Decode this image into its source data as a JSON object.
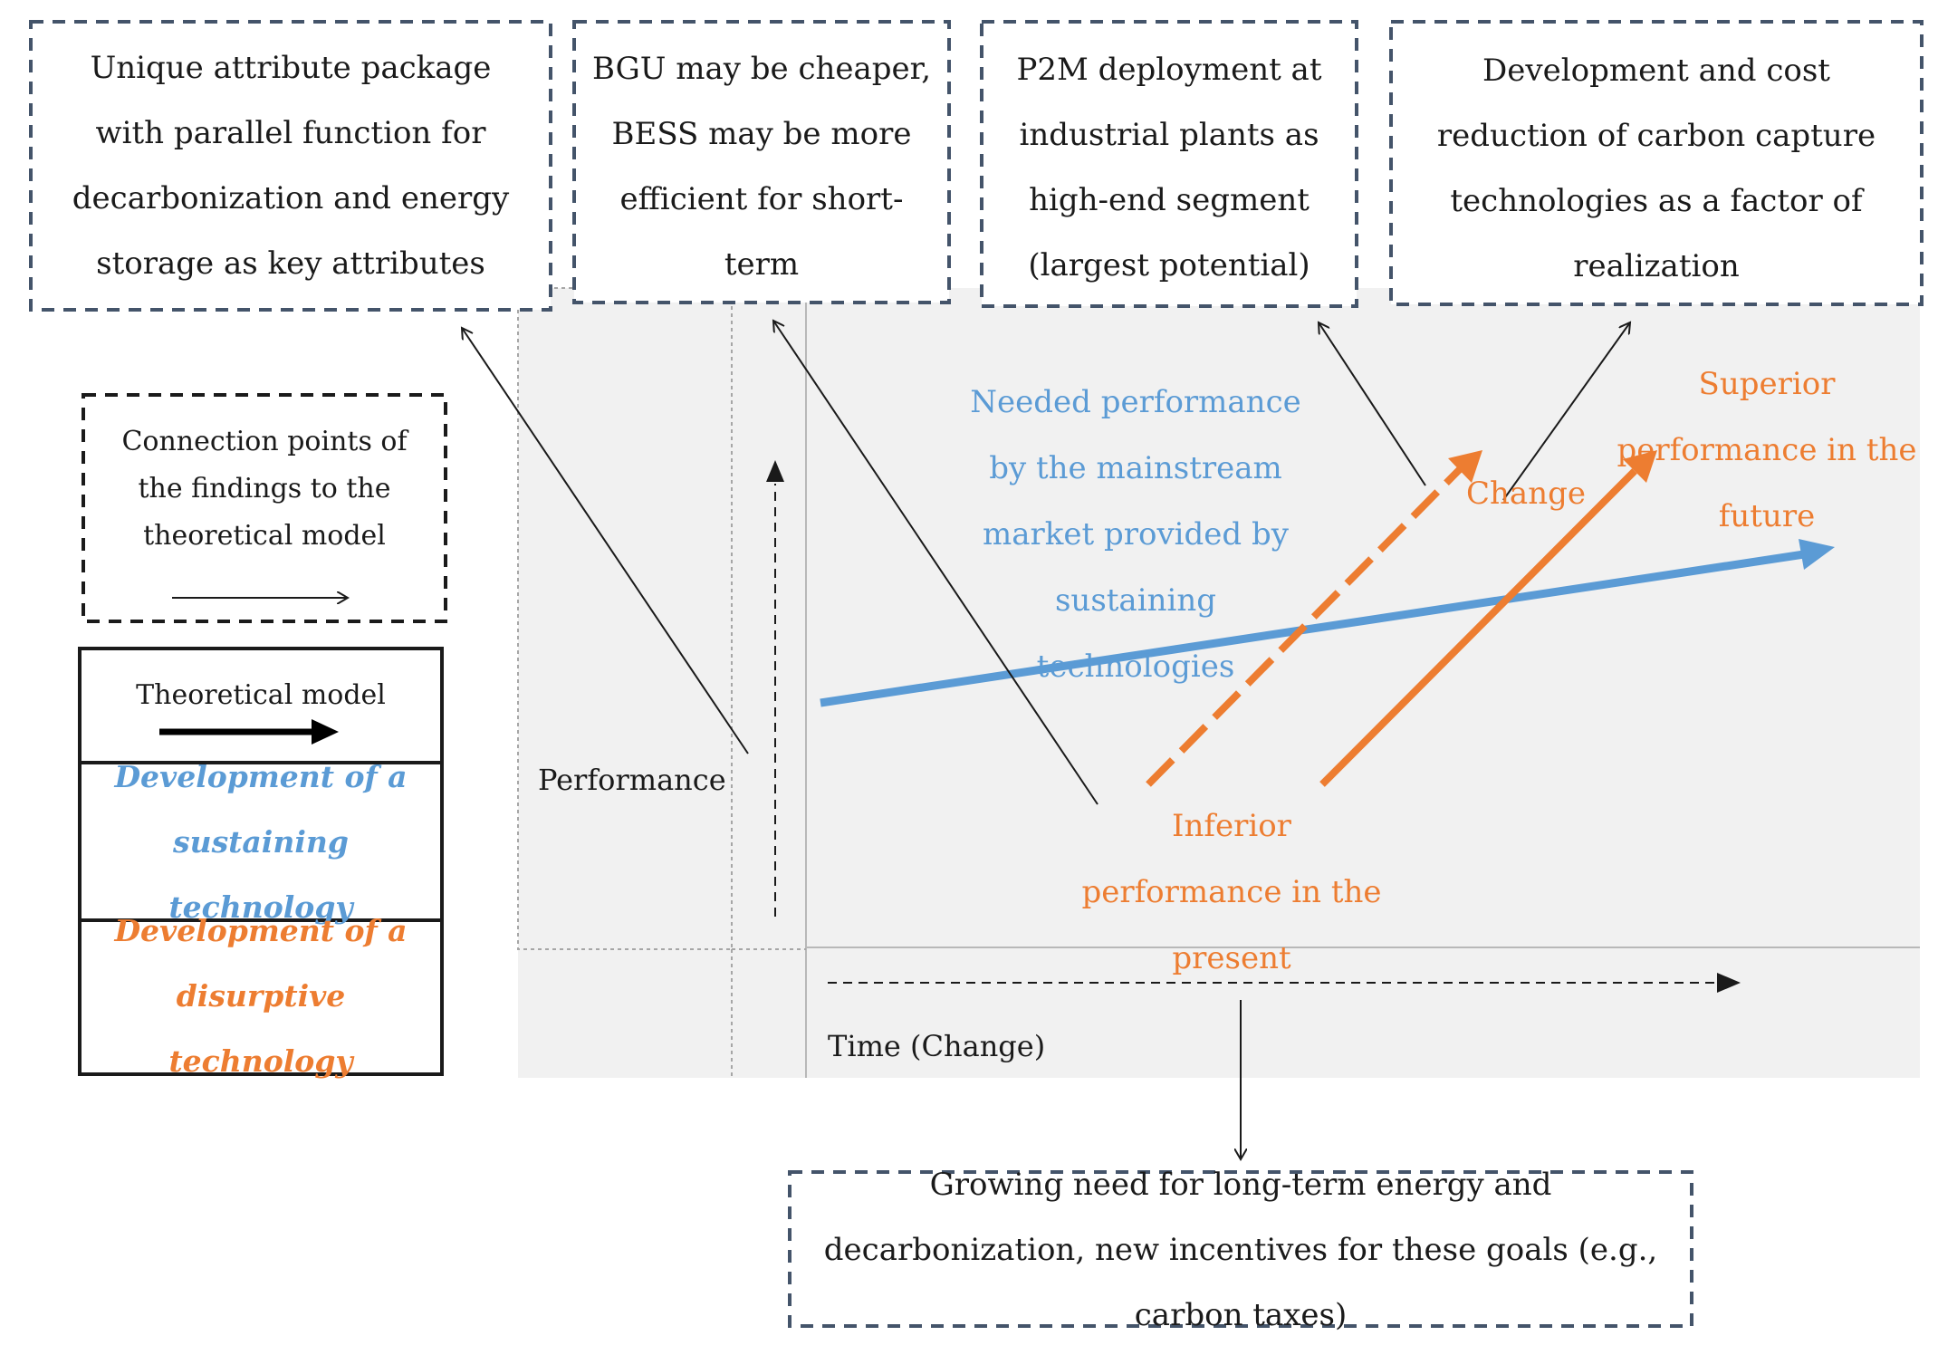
{
  "findings": {
    "attribute_package": "Unique attribute package with parallel function for decarbonization and energy storage as key attributes",
    "bgu_bess": "BGU may be cheaper, BESS may be more efficient for short-term",
    "p2m_deployment": "P2M deployment at industrial plants as high-end segment (largest potential)",
    "carbon_capture": "Development and cost reduction of carbon capture technologies as a factor of realization",
    "growing_need": "Growing need for long-term energy and decarbonization, new incentives for these goals (e.g., carbon taxes)"
  },
  "legend": {
    "connection_points": "Connection points of the findings to the theoretical model",
    "theoretical_model": "Theoretical model",
    "sustaining": "Development of a sustaining technology",
    "disruptive": "Development of a disurptive technology"
  },
  "chart": {
    "y_axis_label": "Performance",
    "x_axis_label": "Time (Change)",
    "needed_performance": "Needed performance by the mainstream market provided by sustaining technologies",
    "superior_performance": "Superior performance in the future",
    "inferior_performance": "Inferior performance in the present",
    "change": "Change"
  },
  "colors": {
    "sustaining_blue": "#5b9bd5",
    "disruptive_orange": "#ed7d31",
    "panel_gray": "#f2f2f2",
    "box_border": "#44546a"
  }
}
